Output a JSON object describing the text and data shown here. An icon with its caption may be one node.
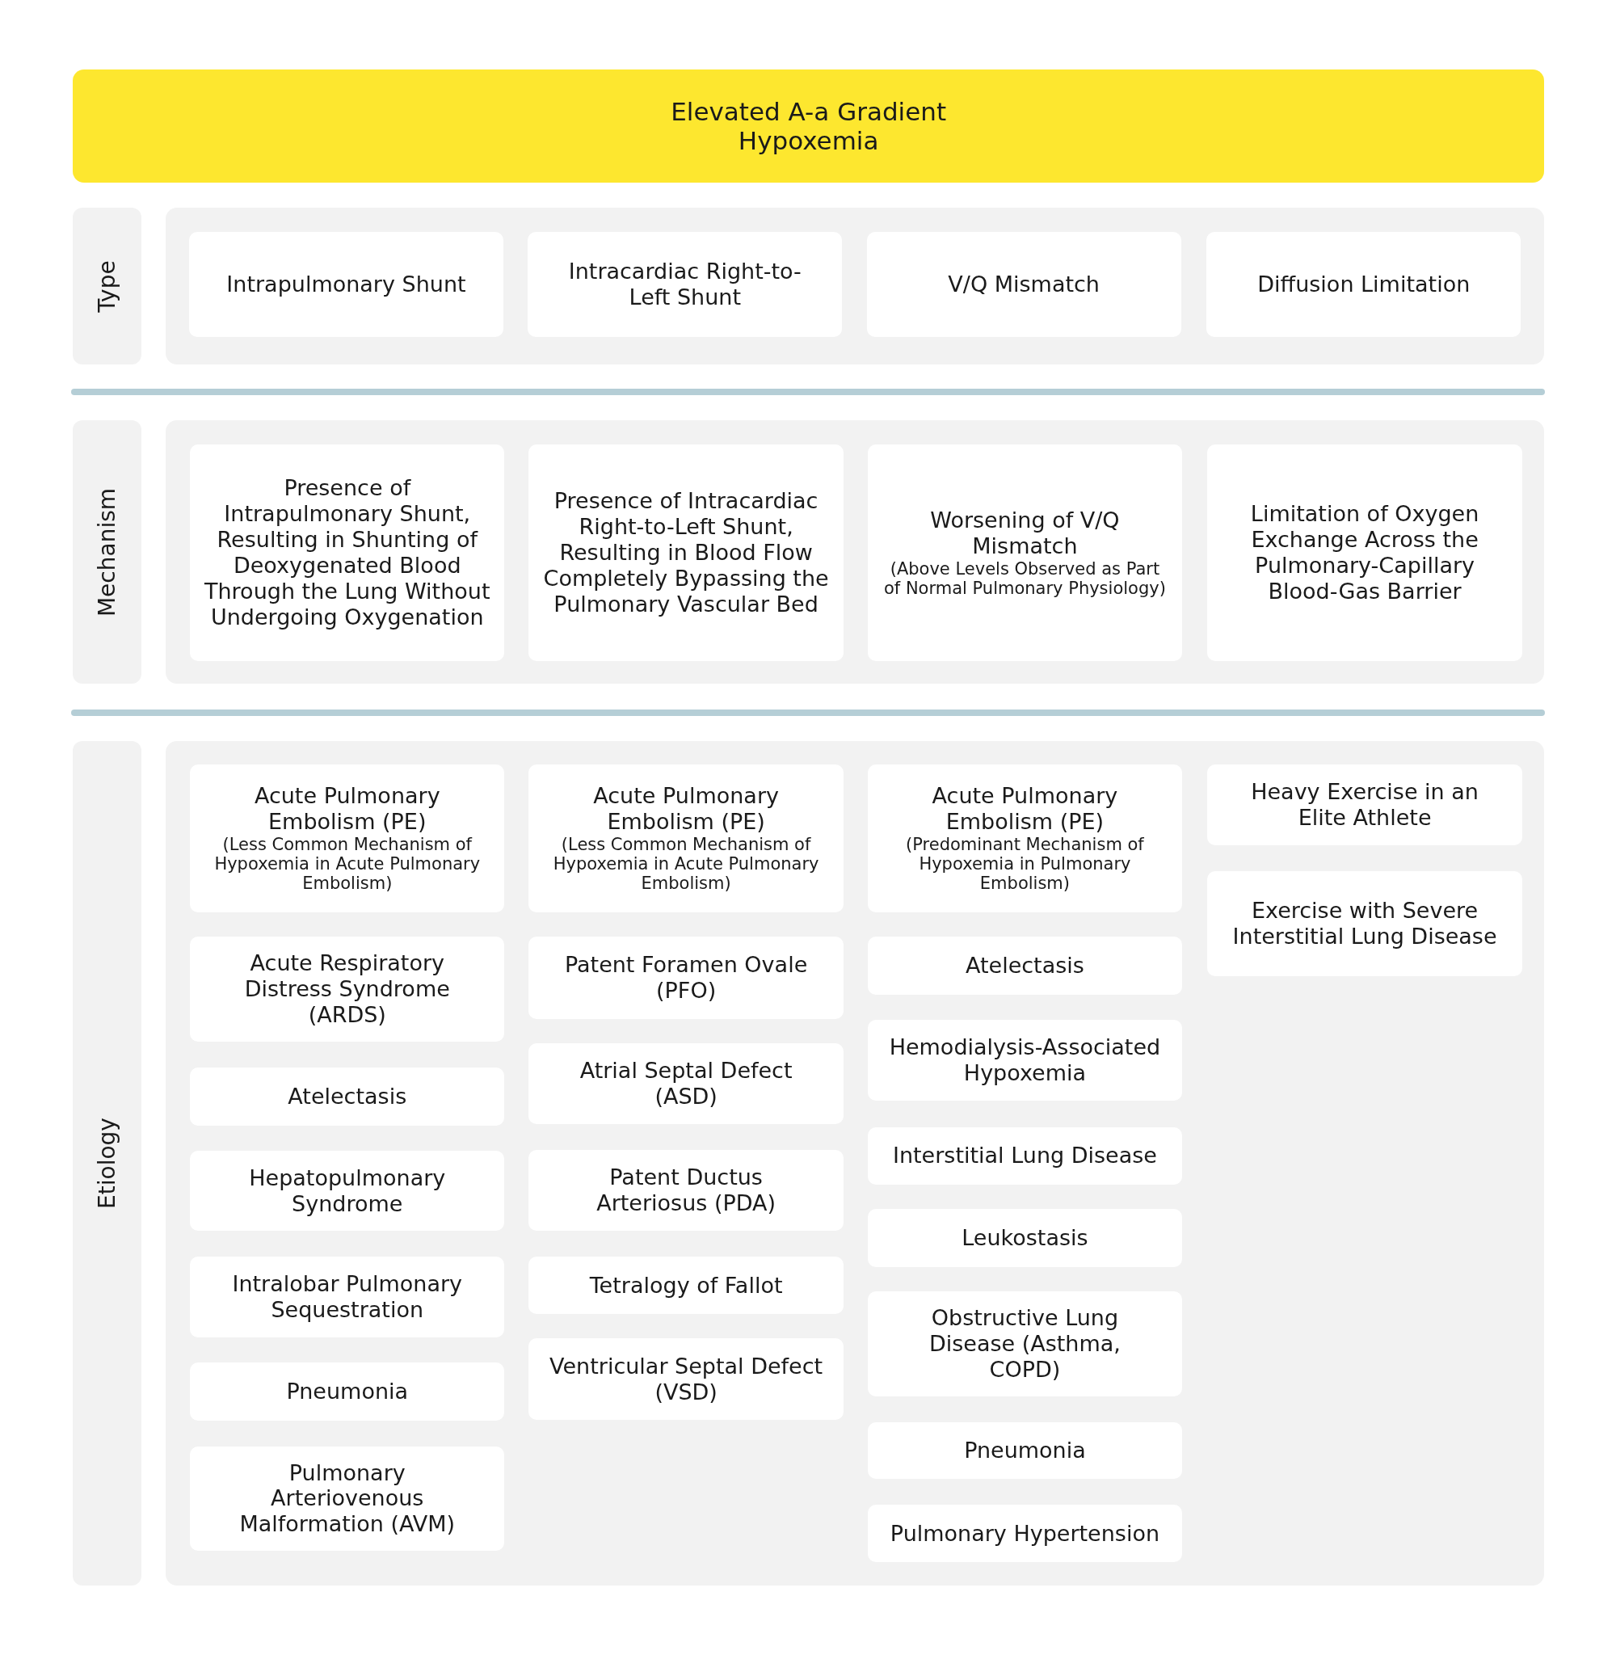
{
  "diagram": {
    "nodes": [
      {
        "text": [
          "Elevated A-a Gradient Hypoxemia"
        ]
      },
      {
        "text": [
          "Type"
        ]
      },
      {
        "text": [],
        "shape": "box"
      },
      {
        "text": [
          "Intrapulmonary Shunt"
        ],
        "in": 2
      },
      {
        "text": [
          "Intracardiac Right-to-Left Shunt"
        ],
        "in": 2
      },
      {
        "text": [
          "V/Q Mismatch"
        ],
        "in": 2
      },
      {
        "text": [
          "Diffusion Limitation"
        ],
        "in": 2
      },
      {
        "text": [
          "Mechanism"
        ]
      },
      {
        "text": [],
        "shape": "box"
      },
      {
        "text": [
          "Presence of Intrapulmonary Shunt, Resulting in Shunting of Deoxygenated Blood Through the Lung Without Undergoing Oxygenation"
        ],
        "in": 8
      },
      {
        "text": [
          "Presence of Intracardiac Right-to-Left Shunt, Resulting in Blood Flow Completely Bypassing the Pulmonary Vascular Bed"
        ],
        "in": 8
      },
      {
        "text": [
          "Worsening of V/Q Mismatch",
          "(Above Levels Observed as Part of Normal Pulmonary Physiology)"
        ],
        "in": 8
      },
      {
        "text": [
          "Limitation of Oxygen Exchange Across the Pulmonary-Capillary Blood-Gas Barrier"
        ],
        "in": 8
      },
      {
        "text": [
          "Etiology"
        ]
      },
      {
        "text": [],
        "shape": "box"
      },
      {
        "text": [
          "Acute Pulmonary Embolism (PE)",
          "(Less Common Mechanism of Hypoxemia in Acute Pulmonary Embolism)"
        ],
        "in": 14
      },
      {
        "text": [
          "Acute Respiratory Distress Syndrome (ARDS)"
        ],
        "in": 14
      },
      {
        "text": [
          "Atelectasis"
        ],
        "in": 14
      },
      {
        "text": [
          "Hepatopulmonary Syndrome"
        ],
        "in": 14
      },
      {
        "text": [
          "Intralobar Pulmonary Sequestration"
        ],
        "in": 14
      },
      {
        "text": [
          "Pneumonia"
        ],
        "in": 14
      },
      {
        "text": [
          "Pulmonary Arteriovenous Malformation (AVM)"
        ],
        "in": 14
      },
      {
        "text": [
          "Acute Pulmonary Embolism (PE)",
          "(Less Common Mechanism of Hypoxemia in Acute Pulmonary Embolism)"
        ],
        "in": 14
      },
      {
        "text": [
          "Patent Foramen Ovale (PFO)"
        ],
        "in": 14
      },
      {
        "text": [
          "Atrial Septal Defect (ASD)"
        ],
        "in": 14
      },
      {
        "text": [
          "Patent Ductus Arteriosus (PDA)"
        ],
        "in": 14
      },
      {
        "text": [
          "Tetralogy of Fallot"
        ],
        "in": 14
      },
      {
        "text": [
          "Ventricular Septal Defect (VSD)"
        ],
        "in": 14
      },
      {
        "text": [
          "Acute Pulmonary Embolism (PE)",
          "(Predominant Mechanism of Hypoxemia in Pulmonary Embolism)"
        ],
        "in": 14
      },
      {
        "text": [
          "Atelectasis"
        ],
        "in": 14
      },
      {
        "text": [
          "Hemodialysis-Associated Hypoxemia"
        ],
        "in": 14
      },
      {
        "text": [
          "Interstitial Lung Disease"
        ],
        "in": 14
      },
      {
        "text": [
          "Leukostasis"
        ],
        "in": 14
      },
      {
        "text": [
          "Obstructive Lung Disease (Asthma, COPD)"
        ],
        "in": 14
      },
      {
        "text": [
          "Pneumonia"
        ],
        "in": 14
      },
      {
        "text": [
          "Pulmonary Hypertension"
        ],
        "in": 14
      },
      {
        "text": [
          "Heavy Exercise in an Elite Athlete"
        ],
        "in": 14
      },
      {
        "text": [
          "Exercise with Severe Interstitial Lung Disease"
        ],
        "in": 14
      }
    ]
  }
}
